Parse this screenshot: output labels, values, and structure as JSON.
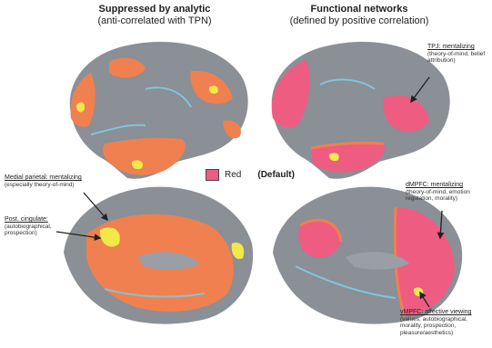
{
  "colors": {
    "cortex_gray": "#8b8f96",
    "anticorrelated_orange": "#f0804f",
    "peak_yellow": "#f3e84a",
    "default_red": "#ee5c82",
    "cyan_edge": "#7fc6dc"
  },
  "left_panel": {
    "title": "Suppressed by analytic",
    "subtitle": "(anti-correlated with TPN)"
  },
  "right_panel": {
    "title": "Functional networks",
    "subtitle": "(defined by positive correlation)"
  },
  "legend": {
    "label": "Red",
    "note": "(Default)"
  },
  "annotations": {
    "tpj": {
      "name": "TPJ: mentalizing",
      "desc": "(theory-of-mind, belief attribution)"
    },
    "mpc": {
      "name": "Medial parietal: mentalizing",
      "desc": "(especially theory-of-mind)"
    },
    "pcc": {
      "name": "Post. cingulate:",
      "desc": "(autobiographical, prospection)"
    },
    "dmpfc": {
      "name": "dMPFC: mentalizing",
      "desc": "(theory-of-mind, emotion regulation, morality)"
    },
    "vmpfc": {
      "name": "vMPFC: affective viewing",
      "desc": "(values, autobiographical, morality, prospection, pleasure/aesthetics)"
    }
  }
}
